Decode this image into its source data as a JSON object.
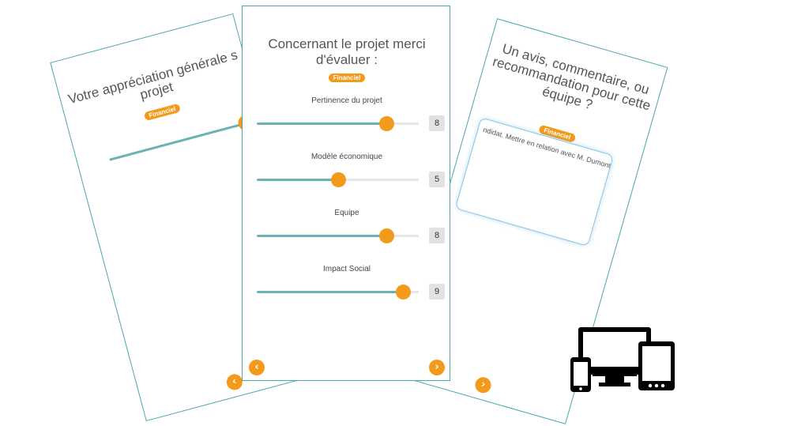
{
  "left_card": {
    "title": "Votre appréciation générale s projet",
    "badge": "Financiel",
    "slider_level": 0.92,
    "nav_prev": "‹"
  },
  "center_card": {
    "title": "Concernant le projet merci d'évaluer :",
    "badge": "Financiel",
    "sliders": [
      {
        "label": "Pertinence du projet",
        "value": "8",
        "level": 0.8
      },
      {
        "label": "Modèle économique",
        "value": "5",
        "level": 0.5
      },
      {
        "label": "Equipe",
        "value": "8",
        "level": 0.8
      },
      {
        "label": "Impact Social",
        "value": "9",
        "level": 0.9
      }
    ],
    "nav_prev": "‹",
    "nav_next": "›"
  },
  "right_card": {
    "title": "Un avis, commentaire, ou recommandation pour cette équipe ?",
    "badge": "Financiel",
    "textarea_value": "ndidat. Mettre en relation avec M. Dumont |",
    "nav_next": "›"
  },
  "icons": {
    "devices": "devices-icon"
  },
  "colors": {
    "accent": "#f39a1b",
    "teal": "#4aa7ad",
    "slider_fill": "#6ab3b5"
  }
}
